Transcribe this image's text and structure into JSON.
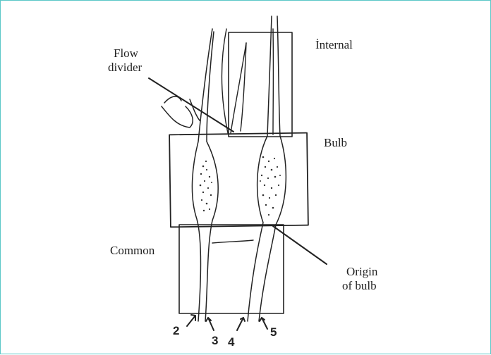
{
  "labels": {
    "internal": "İnternal",
    "flow_divider_1": "Flow",
    "flow_divider_2": "divider",
    "bulb": "Bulb",
    "common": "Common",
    "origin_1": "Origin",
    "origin_2": "of bulb"
  },
  "numbers": [
    "2",
    "3",
    "4",
    "5"
  ],
  "colors": {
    "frame_border": "#5bc8c8",
    "ink": "#222222"
  }
}
